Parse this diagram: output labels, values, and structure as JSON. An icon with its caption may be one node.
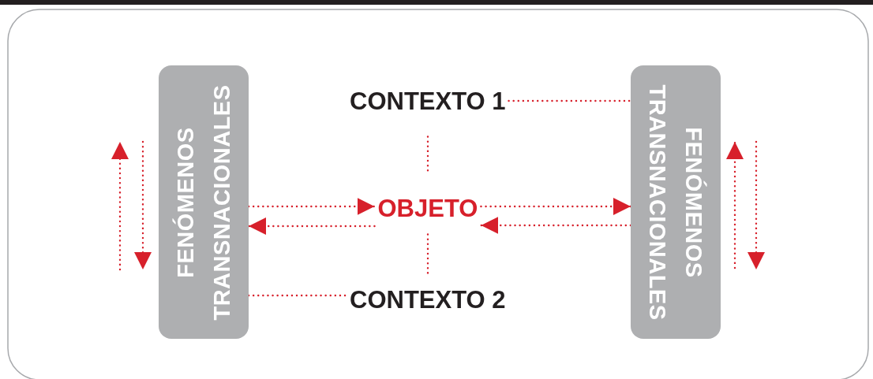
{
  "diagram": {
    "nodes": [
      {
        "text": [
          "FENÓMENOS TRANSNACIONALES"
        ]
      },
      {
        "text": [
          "CONTEXTO 1"
        ]
      },
      {
        "text": [
          "OBJETO"
        ]
      },
      {
        "text": [
          "CONTEXTO 2"
        ]
      },
      {
        "text": [
          "FENÓMENOS TRANSNACIONALES"
        ]
      }
    ],
    "edges": [
      {
        "from": 0,
        "to": 2,
        "arrow": "to"
      },
      {
        "from": 2,
        "to": 0,
        "arrow": "to"
      },
      {
        "from": 2,
        "to": 4,
        "arrow": "to"
      },
      {
        "from": 4,
        "to": 2,
        "arrow": "to"
      },
      {
        "from": 1,
        "to": 4,
        "arrow": "none"
      },
      {
        "from": 0,
        "to": 3,
        "arrow": "none"
      },
      {
        "from": 1,
        "to": 2,
        "arrow": "none"
      },
      {
        "from": 2,
        "to": 3,
        "arrow": "none"
      }
    ]
  }
}
